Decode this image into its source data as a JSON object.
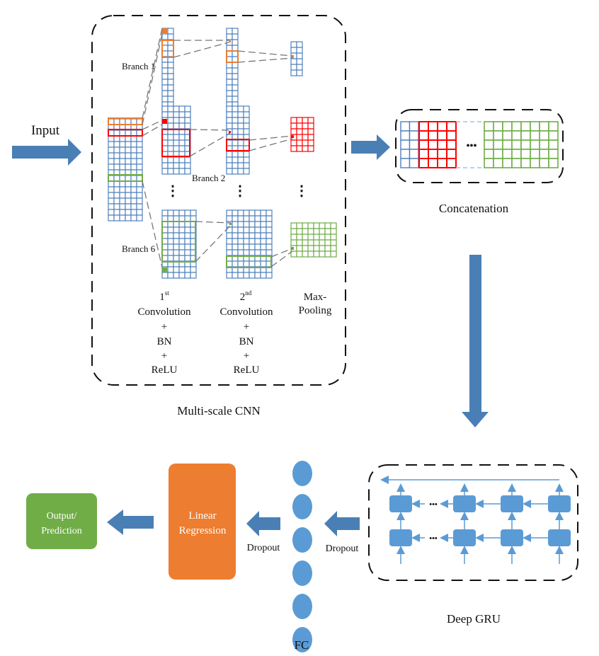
{
  "diagram": {
    "input_label": "Input",
    "cnn": {
      "title": "Multi-scale CNN",
      "branches": [
        "Branch 1",
        "Branch 2",
        "Branch 6"
      ],
      "stages": [
        {
          "sup_num": "1",
          "sup": "st",
          "lines": [
            "Convolution",
            "+",
            "BN",
            "+",
            "ReLU"
          ]
        },
        {
          "sup_num": "2",
          "sup": "nd",
          "lines": [
            "Convolution",
            "+",
            "BN",
            "+",
            "ReLU"
          ]
        },
        {
          "lines": [
            "Max-",
            "Pooling"
          ]
        }
      ],
      "ellipsis": "⋮"
    },
    "concat": {
      "title": "Concatenation",
      "ellipsis": "•••"
    },
    "gru": {
      "title": "Deep GRU",
      "ellipsis": "•••"
    },
    "fc": {
      "title": "FC",
      "nodes": 6
    },
    "dropout_labels": [
      "Dropout",
      "Dropout"
    ],
    "linear_regression": {
      "line1": "Linear",
      "line2": "Regression"
    },
    "output": {
      "line1": "Output/",
      "line2": "Prediction"
    },
    "colors": {
      "grid_blue": "#4f81bd",
      "orange": "#ed7d31",
      "red": "#ff0000",
      "green": "#70ad47",
      "arrow_blue": "#4a7fb5",
      "gru_cell": "#5b9bd5",
      "lr_fill": "#ed7d31",
      "output_fill": "#70ad47"
    }
  }
}
